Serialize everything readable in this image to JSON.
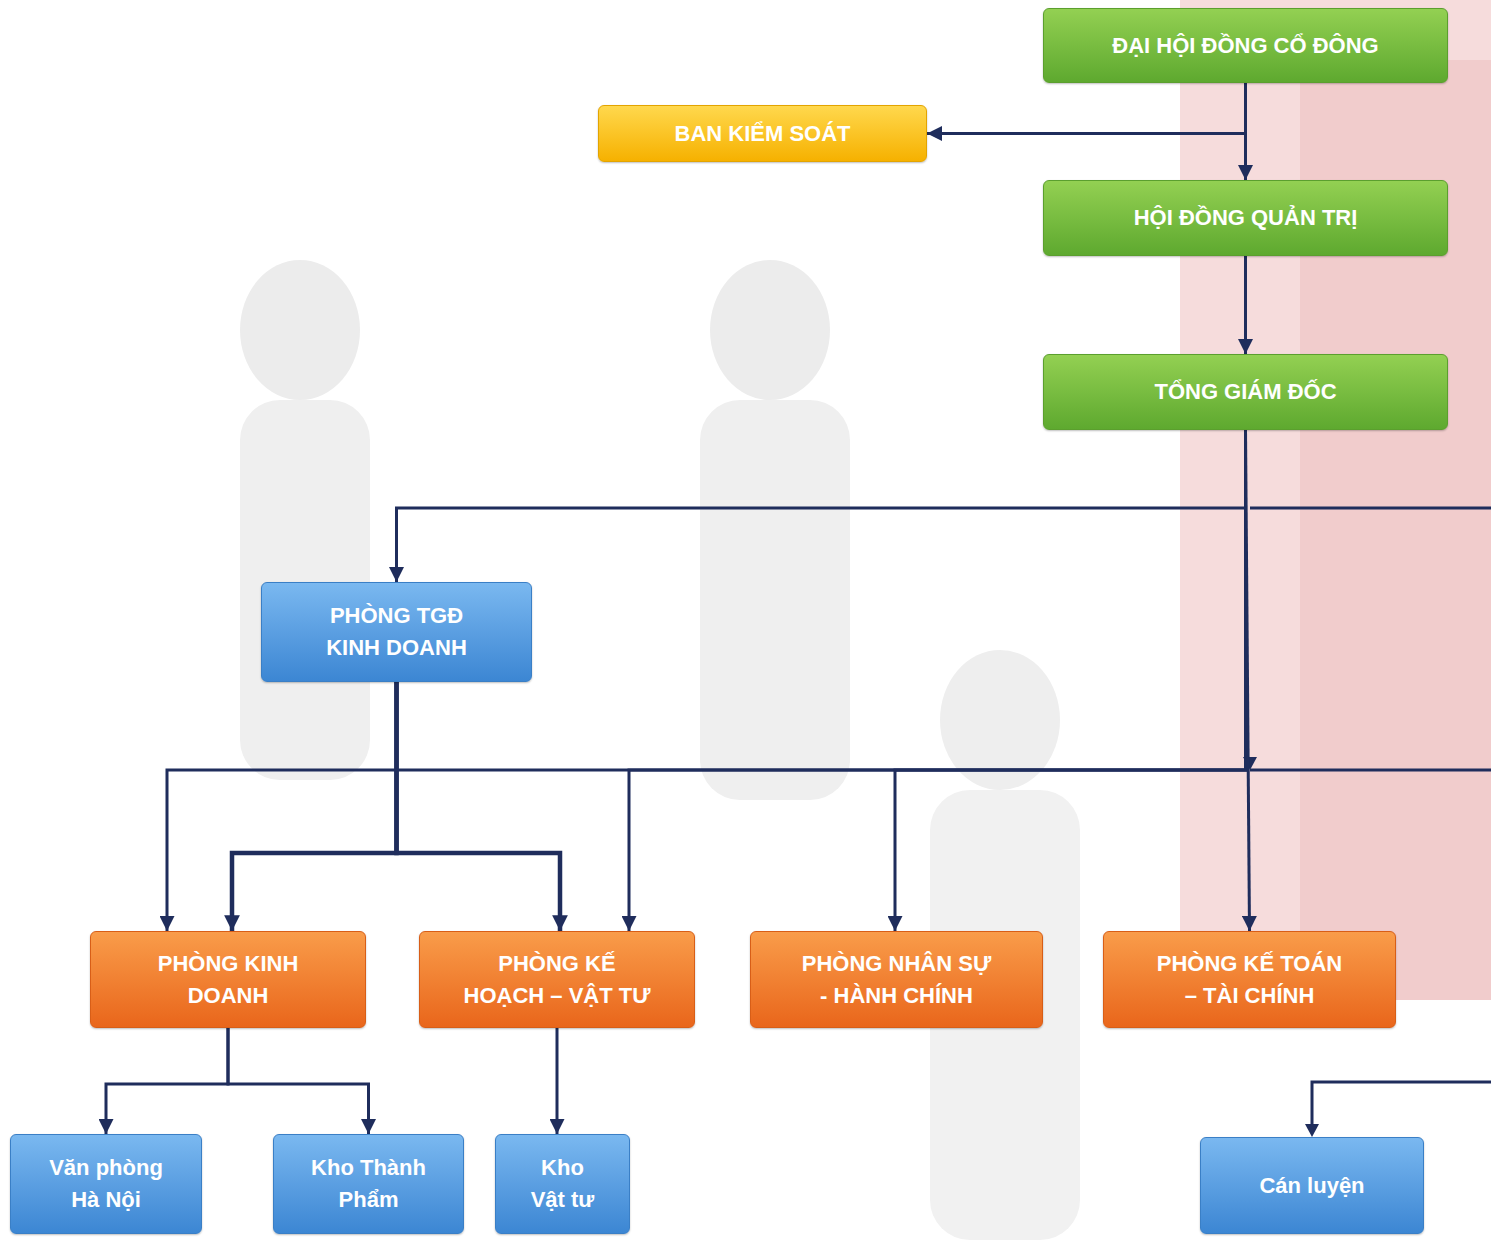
{
  "diagram": {
    "nodes": [
      {
        "text": [
          "ĐẠI HỘI ĐỒNG CỔ ĐÔNG"
        ]
      },
      {
        "text": [
          "BAN KIỂM SOÁT"
        ]
      },
      {
        "text": [
          "HỘI ĐỒNG QUẢN TRỊ"
        ]
      },
      {
        "text": [
          "TỔNG GIÁM ĐỐC"
        ]
      },
      {
        "text": [
          "PHÒNG TGĐ KINH DOANH"
        ]
      },
      {
        "text": [
          "PHÒNG KINH DOANH"
        ]
      },
      {
        "text": [
          "PHÒNG KẾ HOẠCH – VẬT TƯ"
        ]
      },
      {
        "text": [
          "PHÒNG NHÂN SỰ - HÀNH CHÍNH"
        ]
      },
      {
        "text": [
          "PHÒNG KẾ TOÁN – TÀI CHÍNH"
        ]
      },
      {
        "text": [
          "Văn phòng Hà Nội"
        ]
      },
      {
        "text": [
          "Kho Thành Phẩm"
        ]
      },
      {
        "text": [
          "Kho Vật tư"
        ]
      },
      {
        "text": [
          "Cán luyện"
        ]
      }
    ],
    "edges": [
      {
        "from": 0,
        "to": 2,
        "arrow": "to"
      },
      {
        "from": 0,
        "to": 1,
        "arrow": "to"
      },
      {
        "from": 2,
        "to": 3,
        "arrow": "to"
      },
      {
        "from": 3,
        "to": 4,
        "arrow": "to"
      },
      {
        "from": 3,
        "to": 5,
        "arrow": "to"
      },
      {
        "from": 3,
        "to": 6,
        "arrow": "to"
      },
      {
        "from": 3,
        "to": 7,
        "arrow": "to"
      },
      {
        "from": 3,
        "to": 8,
        "arrow": "to"
      },
      {
        "from": 4,
        "to": 5,
        "arrow": "to"
      },
      {
        "from": 4,
        "to": 6,
        "arrow": "to"
      },
      {
        "from": 5,
        "to": 9,
        "arrow": "to"
      },
      {
        "from": 5,
        "to": 10,
        "arrow": "to"
      },
      {
        "from": 6,
        "to": 11,
        "arrow": "to"
      }
    ]
  }
}
